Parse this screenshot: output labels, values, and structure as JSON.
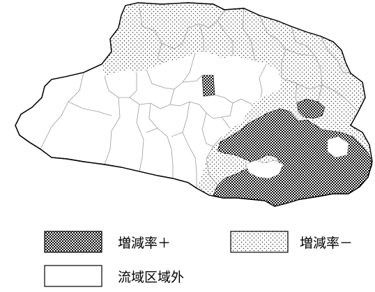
{
  "legend": {
    "increase": {
      "label": "増減率＋",
      "pattern": "checker-dark"
    },
    "decrease": {
      "label": "増減率－",
      "pattern": "dots-light"
    },
    "outside": {
      "label": "流域区域外",
      "pattern": "blank"
    }
  },
  "colors": {
    "outline": "#000000",
    "boundary": "#9a9a9a",
    "checker": "#000000",
    "dot": "#444444",
    "background": "#ffffff"
  }
}
